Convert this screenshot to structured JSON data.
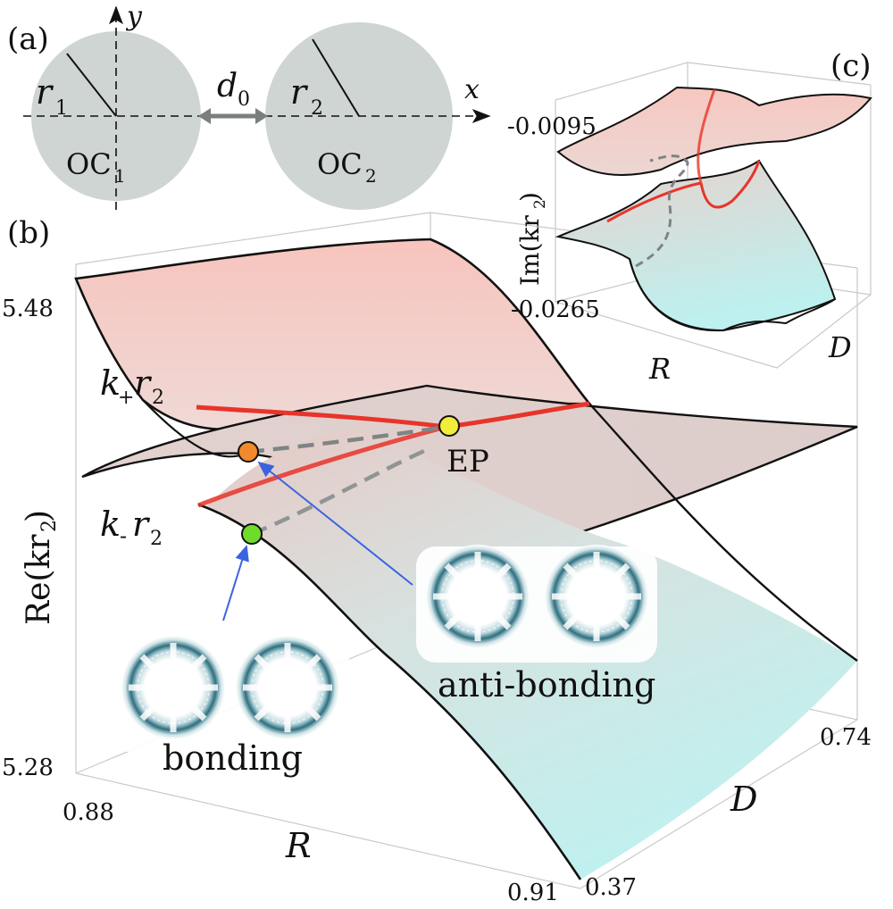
{
  "panel_a": {
    "label": "(a)",
    "axis_x": "x",
    "axis_y": "y",
    "r1": "r",
    "r1_sub": "1",
    "r2": "r",
    "r2_sub": "2",
    "d0": "d",
    "d0_sub": "0",
    "oc1": "OC",
    "oc1_sub": "1",
    "oc2": "OC",
    "oc2_sub": "2"
  },
  "panel_b": {
    "label": "(b)",
    "ylabel": "Re(kr",
    "ylabel_sub": "2",
    "ylabel_close": ")",
    "z_max": "5.48",
    "z_min": "5.28",
    "r_min": "0.88",
    "r_max": "0.91",
    "r_label": "R",
    "d_min": "0.37",
    "d_max": "0.74",
    "d_label": "D",
    "k_plus": "k",
    "k_plus_sign": "+",
    "k_plus_r": "r",
    "k_plus_sub": "2",
    "k_minus": "k",
    "k_minus_sign": "-",
    "k_minus_r": "r",
    "k_minus_sub": "2",
    "ep_label": "EP",
    "bonding_label": "bonding",
    "antibonding_label": "anti-bonding",
    "colors": {
      "upper_surface": "#f6c9c3",
      "lower_surface": "#c6f0ee",
      "ep_marker": "#f2ec3a",
      "antibonding_marker": "#f08a2c",
      "bonding_marker": "#6fdc2a",
      "trajectory": "#e8342a",
      "arrow": "#3b63e0"
    }
  },
  "panel_c": {
    "label": "(c)",
    "ylabel": "Im(kr",
    "ylabel_sub": "2",
    "ylabel_close": ")",
    "z_max": "-0.0095",
    "z_min": "-0.0265",
    "r_label": "R",
    "d_label": "D"
  }
}
